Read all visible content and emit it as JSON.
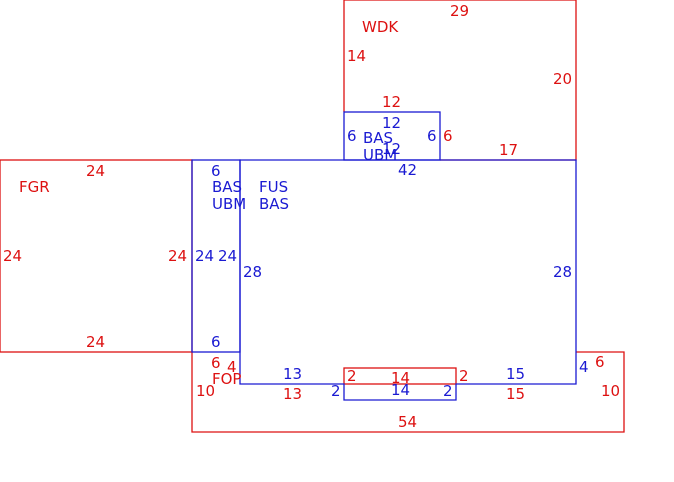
{
  "colors": {
    "red": "#dd1111",
    "blue": "#1a1ad2",
    "background": "#ffffff"
  },
  "areas": {
    "wdk": "WDK",
    "fgr": "FGR",
    "fop": "FOP",
    "bas_small": "BAS",
    "ubm_small": "UBM",
    "bas_left": "BAS",
    "ubm_left": "UBM",
    "fus": "FUS",
    "bas_main": "BAS"
  },
  "dims": {
    "wdk_top": "29",
    "wdk_left": "14",
    "wdk_right": "20",
    "wdk_right_lower": "17",
    "wdk_inner_top": "12",
    "wdk_inner_right": "6",
    "bas_small_top": "12",
    "bas_small_left": "6",
    "bas_small_right": "6",
    "bas_small_bottom": "12",
    "main_top": "42",
    "main_left": "28",
    "main_right": "28",
    "fgr_top": "24",
    "fgr_left": "24",
    "fgr_right": "24",
    "fgr_bottom": "24",
    "strip_top": "6",
    "strip_left": "24",
    "strip_right": "24",
    "strip_bottom": "6",
    "bottom_left_blue": "13",
    "bottom_right_blue": "15",
    "notch_left": "2",
    "notch_right": "2",
    "notch_bottom": "14",
    "main_bottom_right": "4",
    "fop_top_left": "6",
    "fop_left_inner": "4",
    "fop_left": "10",
    "fop_lower_left": "13",
    "fop_notch_left": "2",
    "fop_notch_top": "14",
    "fop_notch_right": "2",
    "fop_lower_right": "15",
    "fop_right_top": "6",
    "fop_right": "10",
    "fop_bottom": "54"
  }
}
